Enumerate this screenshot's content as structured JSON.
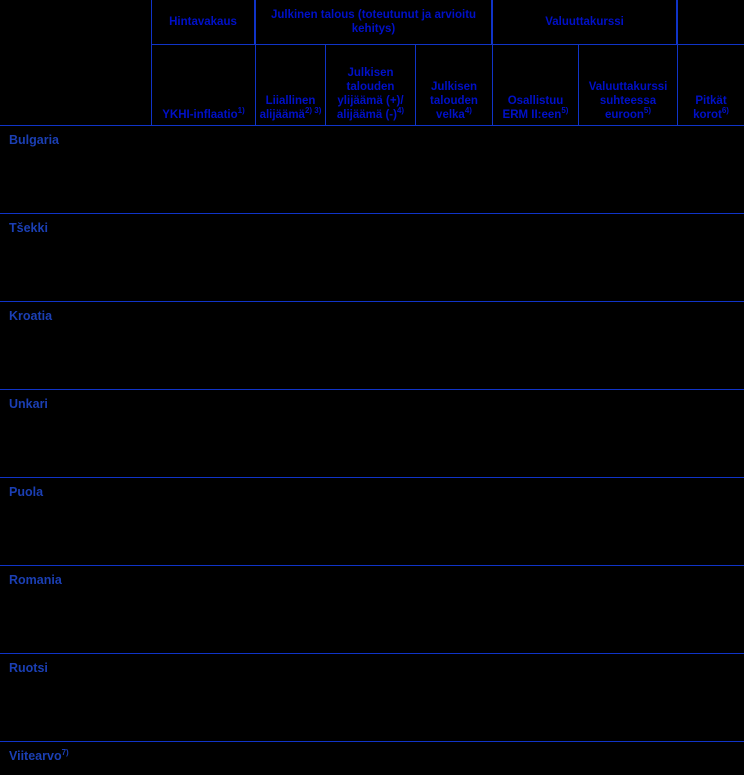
{
  "table": {
    "corner_label": "",
    "header_groups": [
      {
        "id": "price-stability",
        "label": "Hintavakaus",
        "span": 1
      },
      {
        "id": "public-finances",
        "label": "Julkinen talous (toteutunut ja arvioitu kehitys)",
        "span": 3
      },
      {
        "id": "exchange-rate",
        "label": "Valuuttakurssi",
        "span": 2
      },
      {
        "id": "blank-group",
        "label": "",
        "span": 1
      }
    ],
    "columns": [
      {
        "id": "hicp-inflation",
        "label": "YKHI-inflaatio",
        "note": "1)"
      },
      {
        "id": "excessive-deficit",
        "label": "Liiallinen alijäämä",
        "note": "2) 3)"
      },
      {
        "id": "surplus-deficit",
        "label": "Julkisen talouden ylijäämä (+)/ alijäämä (-)",
        "note": "4)"
      },
      {
        "id": "public-debt",
        "label": "Julkisen talouden velka",
        "note": "4)"
      },
      {
        "id": "erm-participation",
        "label": "Osallistuu ERM II:een",
        "note": "5)"
      },
      {
        "id": "fx-vs-euro",
        "label": "Valuuttakurssi suhteessa euroon",
        "note": "5)"
      },
      {
        "id": "long-term-rates",
        "label": "Pitkät korot",
        "note": "6)"
      }
    ],
    "rows": [
      {
        "id": "bulgaria",
        "label": "Bulgaria",
        "note": "",
        "values": [
          "",
          "",
          "",
          "",
          "",
          "",
          ""
        ]
      },
      {
        "id": "czechia",
        "label": "Tšekki",
        "note": "",
        "values": [
          "",
          "",
          "",
          "",
          "",
          "",
          ""
        ]
      },
      {
        "id": "croatia",
        "label": "Kroatia",
        "note": "",
        "values": [
          "",
          "",
          "",
          "",
          "",
          "",
          ""
        ]
      },
      {
        "id": "hungary",
        "label": "Unkari",
        "note": "",
        "values": [
          "",
          "",
          "",
          "",
          "",
          "",
          ""
        ]
      },
      {
        "id": "poland",
        "label": "Puola",
        "note": "",
        "values": [
          "",
          "",
          "",
          "",
          "",
          "",
          ""
        ]
      },
      {
        "id": "romania",
        "label": "Romania",
        "note": "",
        "values": [
          "",
          "",
          "",
          "",
          "",
          "",
          ""
        ]
      },
      {
        "id": "sweden",
        "label": "Ruotsi",
        "note": "",
        "values": [
          "",
          "",
          "",
          "",
          "",
          "",
          ""
        ]
      },
      {
        "id": "reference",
        "label": "Viitearvo",
        "note": "7)",
        "values": [
          "",
          "",
          "",
          "",
          "",
          "",
          ""
        ]
      }
    ]
  },
  "colors": {
    "background": "#000000",
    "rule": "#1034C8",
    "header_text": "#0010C8",
    "row_text": "#1B3FB4"
  }
}
